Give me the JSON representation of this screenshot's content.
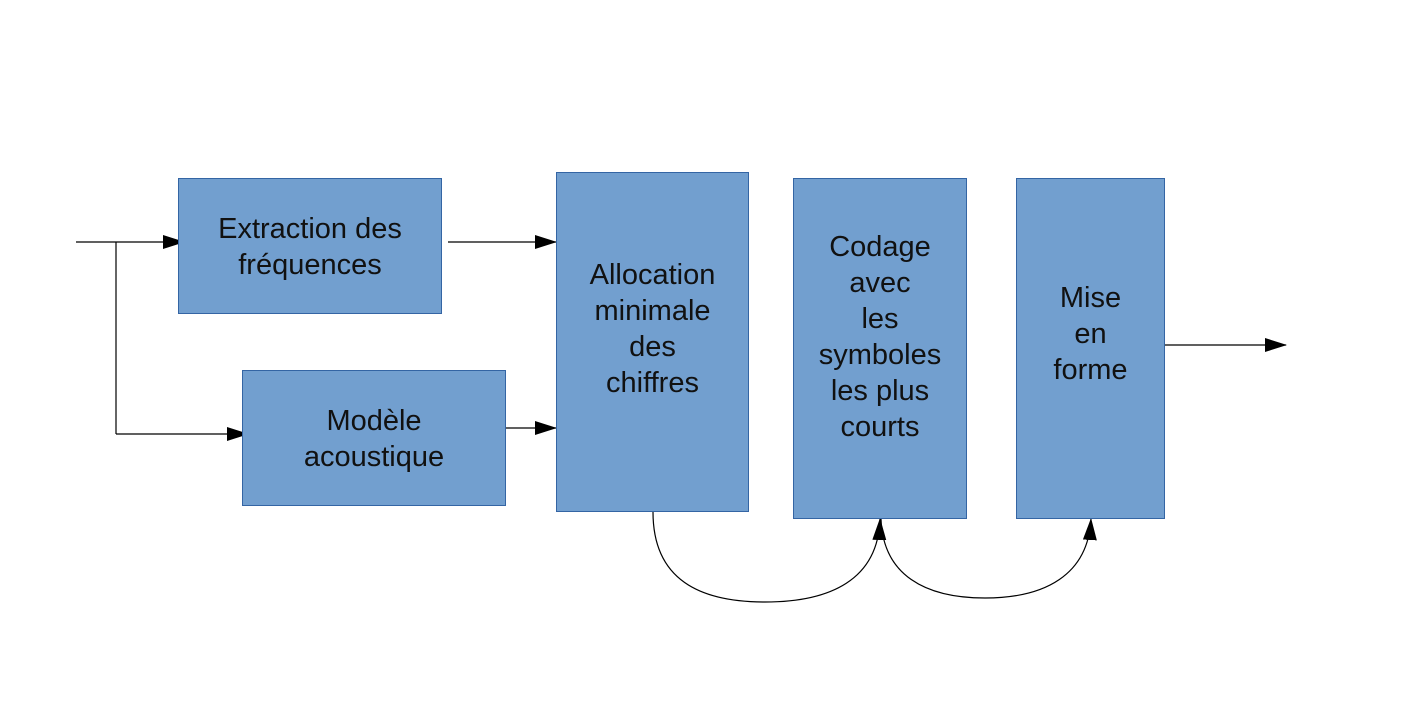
{
  "diagram": {
    "blocks": {
      "extraction": {
        "label": "Extraction des\nfréquences"
      },
      "acoustic": {
        "label": "Modèle\nacoustique"
      },
      "allocation": {
        "label": "Allocation\nminimale\ndes\nchiffres"
      },
      "codage": {
        "label": "Codage\navec\nles\nsymboles\nles plus\ncourts"
      },
      "mise": {
        "label": "Mise\nen\nforme"
      }
    },
    "colors": {
      "block_fill": "#729fcf",
      "block_border": "#3465a4",
      "line": "#000000",
      "text": "#111111"
    }
  }
}
